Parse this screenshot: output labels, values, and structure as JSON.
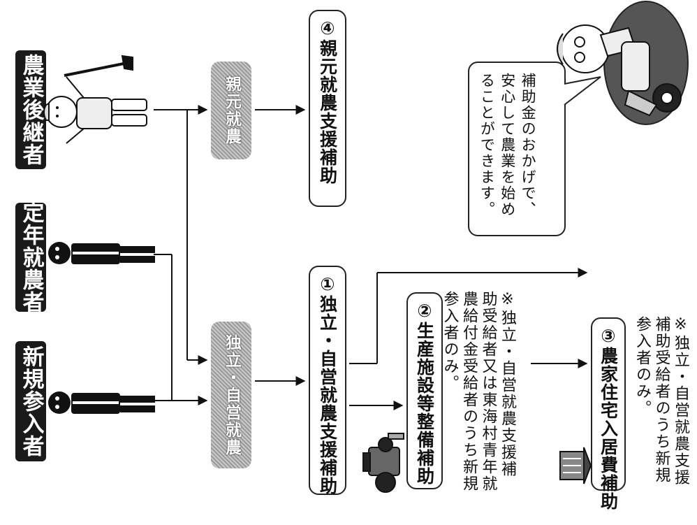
{
  "categories": [
    {
      "id": "newcomer",
      "label": "新規参入者"
    },
    {
      "id": "retiree",
      "label": "定年就農者"
    },
    {
      "id": "successor",
      "label": "農業後継者"
    }
  ],
  "paths": {
    "independent": "独立・自営就農",
    "parent": "親元就農"
  },
  "subsidies": {
    "s1": "①独立・自営就農支援補助",
    "s2": "②生産施設等整備補助",
    "s3": "③農家住宅入居費補助",
    "s4": "④親元就農支援補助"
  },
  "notes": {
    "s2": "※独立・自営就農支援補助受給者又は東海村青年就農給付金受給者のうち新規参入者のみ。",
    "s3": "※独立・自営就農支援補助受給者のうち新規参入者のみ。"
  },
  "speech": "補助金のおかげで、安心して農業を始めることができます。",
  "icons": [
    "person-icon",
    "farmer-icon",
    "tractor-icon",
    "house-icon",
    "mascot-icon"
  ]
}
